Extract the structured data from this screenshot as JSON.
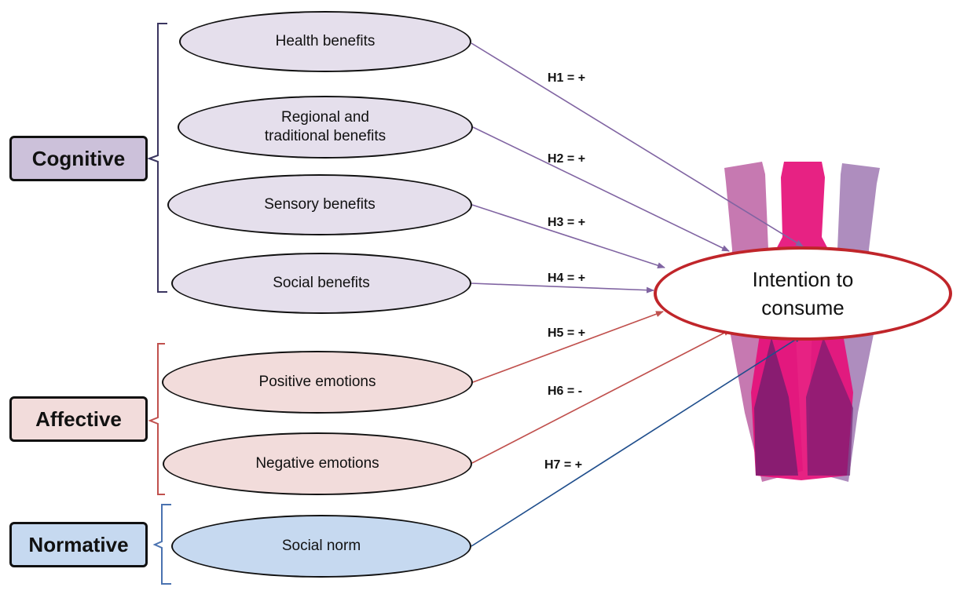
{
  "categories": {
    "cognitive": "Cognitive",
    "affective": "Affective",
    "normative": "Normative"
  },
  "constructs": {
    "health": "Health benefits",
    "regional_line1": "Regional and",
    "regional_line2": "traditional benefits",
    "sensory": "Sensory benefits",
    "social": "Social benefits",
    "positive": "Positive emotions",
    "negative": "Negative emotions",
    "norm": "Social norm"
  },
  "hypotheses": {
    "h1": "H1 = +",
    "h2": "H2 = +",
    "h3": "H3 = +",
    "h4": "H4 = +",
    "h5": "H5 = +",
    "h6": "H6 = -",
    "h7": "H7 = +"
  },
  "target": {
    "line1": "Intention to",
    "line2": "consume"
  },
  "colors": {
    "cognitive_arrow": "#8064a2",
    "affective_arrow": "#c0504d",
    "normative_arrow": "#1f4e8c",
    "target_border": "#c0252a",
    "bottle_left": "#c06aa8",
    "bottle_middle": "#e5117a",
    "bottle_right": "#a783b9"
  }
}
